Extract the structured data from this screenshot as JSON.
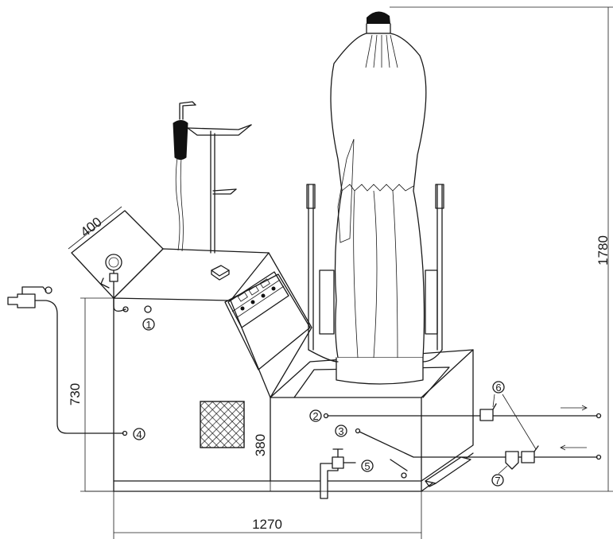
{
  "dimensions": {
    "panel_width": "400",
    "overall_height": "1780",
    "base_height": "730",
    "table_height": "380",
    "overall_length": "1270"
  },
  "callouts": [
    "1",
    "2",
    "3",
    "4",
    "5",
    "6",
    "7"
  ],
  "colors": {
    "line": "#1a1a1a",
    "fill": "#ffffff",
    "dark": "#111111"
  }
}
